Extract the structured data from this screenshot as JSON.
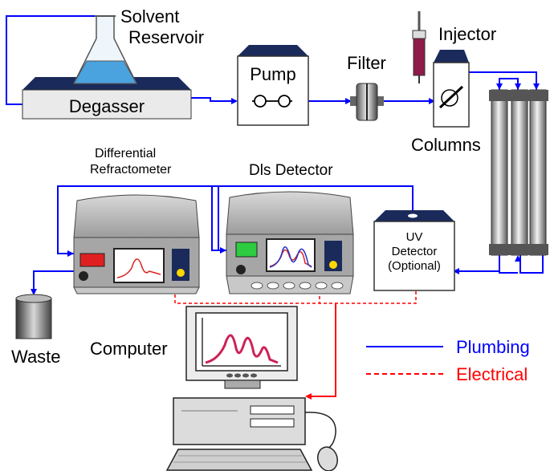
{
  "labels": {
    "solvent_reservoir_line1": "Solvent",
    "solvent_reservoir_line2": "Reservoir",
    "degasser": "Degasser",
    "pump": "Pump",
    "filter": "Filter",
    "injector": "Injector",
    "columns": "Columns",
    "dri_line1": "Differential",
    "dri_line2": "Refractometer",
    "dls_detector": "Dls Detector",
    "uv_line1": "UV",
    "uv_line2": "Detector",
    "uv_line3": "(Optional)",
    "waste": "Waste",
    "computer": "Computer"
  },
  "legend": {
    "plumbing": "Plumbing",
    "electrical": "Electrical"
  },
  "colors": {
    "plumbing": "#0000ff",
    "electrical": "#ff0000",
    "solvent": "#4aa3df",
    "device_base": "#9a9a9a",
    "device_panel": "#1a2a5a",
    "trace_red": "#cc2255"
  }
}
